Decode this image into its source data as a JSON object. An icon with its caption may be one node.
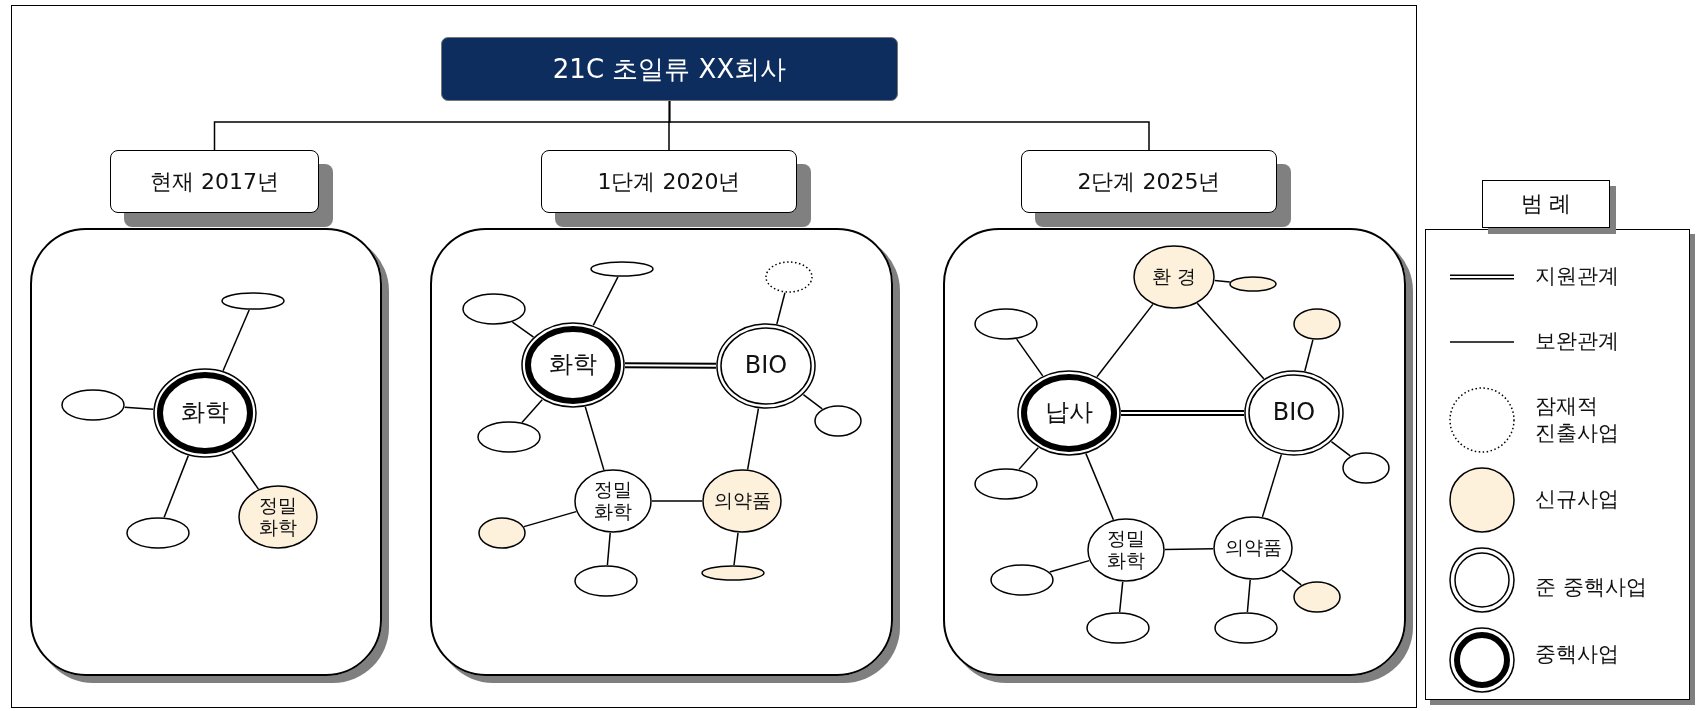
{
  "diagram": {
    "nodes": [
      {
        "text": [
          "21C 초일류 XX회사"
        ]
      },
      {
        "text": [
          "현재 2017년"
        ]
      },
      {
        "text": [
          "1단계 2020년"
        ]
      },
      {
        "text": [
          "2단계 2025년"
        ]
      },
      {
        "text": [],
        "shape": "box"
      },
      {
        "text": [],
        "shape": "ellipse",
        "in": 4
      },
      {
        "text": [],
        "shape": "ellipse",
        "in": 4
      },
      {
        "text": [
          "화학"
        ],
        "in": 4
      },
      {
        "text": [
          "정밀 화학"
        ],
        "in": 4
      },
      {
        "text": [],
        "shape": "ellipse",
        "in": 4
      },
      {
        "text": [],
        "shape": "box"
      },
      {
        "text": [],
        "shape": "ellipse",
        "in": 10
      },
      {
        "text": [],
        "shape": "ellipse",
        "in": 10
      },
      {
        "text": [],
        "shape": "ellipse",
        "in": 10
      },
      {
        "text": [
          "화학"
        ],
        "in": 10
      },
      {
        "text": [
          "BIO"
        ],
        "in": 10
      },
      {
        "text": [],
        "shape": "ellipse",
        "in": 10
      },
      {
        "text": [],
        "shape": "ellipse",
        "in": 10
      },
      {
        "text": [
          "정밀 화학"
        ],
        "in": 10
      },
      {
        "text": [
          "의약품"
        ],
        "in": 10
      },
      {
        "text": [],
        "shape": "ellipse",
        "in": 10
      },
      {
        "text": [],
        "shape": "ellipse",
        "in": 10
      },
      {
        "text": [],
        "shape": "ellipse",
        "in": 10
      },
      {
        "text": [],
        "shape": "box"
      },
      {
        "text": [
          "환 경"
        ],
        "in": 23
      },
      {
        "text": [],
        "shape": "ellipse",
        "in": 23
      },
      {
        "text": [],
        "shape": "ellipse",
        "in": 23
      },
      {
        "text": [],
        "shape": "ellipse",
        "in": 23
      },
      {
        "text": [
          "납사"
        ],
        "in": 23
      },
      {
        "text": [
          "BIO"
        ],
        "in": 23
      },
      {
        "text": [],
        "shape": "ellipse",
        "in": 23
      },
      {
        "text": [],
        "shape": "ellipse",
        "in": 23
      },
      {
        "text": [
          "정밀 화학"
        ],
        "in": 23
      },
      {
        "text": [
          "의약품"
        ],
        "in": 23
      },
      {
        "text": [],
        "shape": "ellipse",
        "in": 23
      },
      {
        "text": [],
        "shape": "ellipse",
        "in": 23
      },
      {
        "text": [],
        "shape": "ellipse",
        "in": 23
      },
      {
        "text": [],
        "shape": "ellipse",
        "in": 23
      }
    ],
    "edges": [
      {
        "from": 0,
        "to": 1,
        "arrow": "none"
      },
      {
        "from": 0,
        "to": 2,
        "arrow": "none"
      },
      {
        "from": 0,
        "to": 3,
        "arrow": "none"
      },
      {
        "from": 7,
        "to": 5,
        "arrow": "none"
      },
      {
        "from": 7,
        "to": 6,
        "arrow": "none"
      },
      {
        "from": 7,
        "to": 9,
        "arrow": "none"
      },
      {
        "from": 7,
        "to": 8,
        "arrow": "none"
      },
      {
        "from": 14,
        "to": 15,
        "arrow": "none",
        "style": "thick"
      },
      {
        "from": 14,
        "to": 11,
        "arrow": "none"
      },
      {
        "from": 14,
        "to": 13,
        "arrow": "none"
      },
      {
        "from": 14,
        "to": 17,
        "arrow": "none"
      },
      {
        "from": 14,
        "to": 18,
        "arrow": "none"
      },
      {
        "from": 15,
        "to": 12,
        "arrow": "none"
      },
      {
        "from": 15,
        "to": 16,
        "arrow": "none"
      },
      {
        "from": 15,
        "to": 19,
        "arrow": "none"
      },
      {
        "from": 18,
        "to": 19,
        "arrow": "none"
      },
      {
        "from": 18,
        "to": 20,
        "arrow": "none"
      },
      {
        "from": 18,
        "to": 22,
        "arrow": "none"
      },
      {
        "from": 19,
        "to": 21,
        "arrow": "none"
      },
      {
        "from": 28,
        "to": 29,
        "arrow": "none",
        "style": "thick"
      },
      {
        "from": 24,
        "to": 28,
        "arrow": "none"
      },
      {
        "from": 24,
        "to": 29,
        "arrow": "none"
      },
      {
        "from": 24,
        "to": 25,
        "arrow": "none"
      },
      {
        "from": 28,
        "to": 26,
        "arrow": "none"
      },
      {
        "from": 28,
        "to": 31,
        "arrow": "none"
      },
      {
        "from": 28,
        "to": 32,
        "arrow": "none"
      },
      {
        "from": 29,
        "to": 27,
        "arrow": "none"
      },
      {
        "from": 29,
        "to": 30,
        "arrow": "none"
      },
      {
        "from": 29,
        "to": 33,
        "arrow": "none"
      },
      {
        "from": 32,
        "to": 33,
        "arrow": "none"
      },
      {
        "from": 32,
        "to": 34,
        "arrow": "none"
      },
      {
        "from": 32,
        "to": 36,
        "arrow": "none"
      },
      {
        "from": 33,
        "to": 37,
        "arrow": "none"
      },
      {
        "from": 33,
        "to": 35,
        "arrow": "none"
      }
    ],
    "labels": [
      "범 례"
    ],
    "legend": [
      {
        "text": "지원관계"
      },
      {
        "text": "보완관계"
      },
      {
        "text": "잠재적 진출사업"
      },
      {
        "text": "신규사업",
        "color": "#fdf1dc"
      },
      {
        "text": "준 중핵사업"
      },
      {
        "text": "중핵사업"
      }
    ]
  }
}
